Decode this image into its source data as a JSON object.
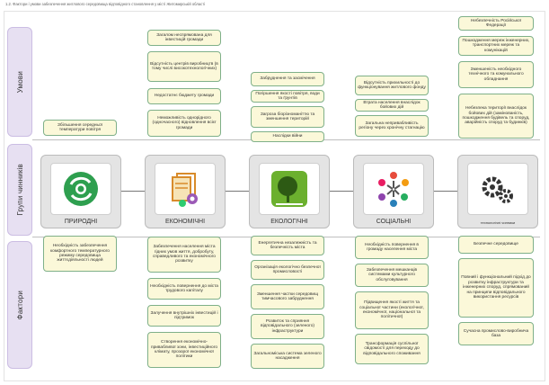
{
  "caption": "1.2. Фактори і умови забезпечення житлового середовища відповідного становлення у місті Житомирській області",
  "labels": {
    "conditions": "Умови",
    "groups": "Групи чинників",
    "factors": "Фактори"
  },
  "categories": [
    {
      "name": "ПРИРОДНІ",
      "icon": "globe-recycle-icon",
      "color": "#2e9f4f"
    },
    {
      "name": "ЕКОНОМІЧНІ",
      "icon": "documents-gears-icon",
      "color": "#d88b2a"
    },
    {
      "name": "ЕКОЛОГІЧНІ",
      "icon": "eco-leaf-icon",
      "color": "#6bb02e"
    },
    {
      "name": "СОЦІАЛЬНІ",
      "icon": "people-circle-icon",
      "color": "#d8403a"
    },
    {
      "name": "технологічні чинники",
      "icon": "gears-icon",
      "color": "#333333"
    }
  ],
  "conditions": [
    [
      "Збільшення середньої температури повітря"
    ],
    [
      "Загалом неспрямована для інвестицій громади",
      "Відсутність центрів виробництв (в тому числі високотехнологічних)",
      "Недостатнє бюджету громади",
      "Неможливість однорідного (одночасного) відновлення всієї громади"
    ],
    [
      "Забруднення та засмічення",
      "Погіршення якості повітря, води та ґрунтів",
      "Загроза біорізноманіттю та зменшення територій",
      "Наслідки війни"
    ],
    [
      "Відсутність прихильності до функціонування житлового фонду",
      "Втрата населення внаслідок бойових дій",
      "Загальна непривабливість регіону через хронічну стагнацію"
    ],
    [
      "Небезпечність Російської Федерації",
      "Пошкодження мереж інженерних, транспортних мереж та комунікацій",
      "Зменшеність необхідного технічного та комунального обладнання",
      "Небезпека території внаслідок бойових дій (замінованість, пошкодження будівель та споруд, аварійність споруд та будинків)"
    ]
  ],
  "factors": [
    [
      "Необхідність забезпечення комфортного температурного режиму середовища життєдіяльності людей"
    ],
    [
      "Забезпечення населення міста гідних умов життя, добробуту, справедливого та економічного розвитку",
      "Необхідність повернення до міста трудового капіталу",
      "Залучення внутрішніх інвестицій і підтримок",
      "Створення економічно-привабливої зони, інвестиційного клімату, прозорої економічної політики"
    ],
    [
      "Енергетична незалежність та безпечність міста",
      "Організація екологічно безпечної промисловості",
      "Зменшення частки середовищ тимчасового забруднення",
      "Розвиток та сприяння відповідального (зеленого) інфраструктури",
      "Загальноміська система зеленого насадження"
    ],
    [
      "Необхідність повернення в громаду населення міста",
      "Забезпечення мешканців системами культурного обслуговування",
      "Підвищення якості життя та соціальної частини (екологічної, економічної, національної та політичної)",
      "Трансформація суспільної свідомості для переходу до відповідального споживання"
    ],
    [
      "Безпечне середовище",
      "Повний і функціональний підхід до розвитку інфраструктури та інженерних споруд, спрямований на принципи відповідального використання ресурсів",
      "Сучасна промислово-виробнича база"
    ]
  ]
}
